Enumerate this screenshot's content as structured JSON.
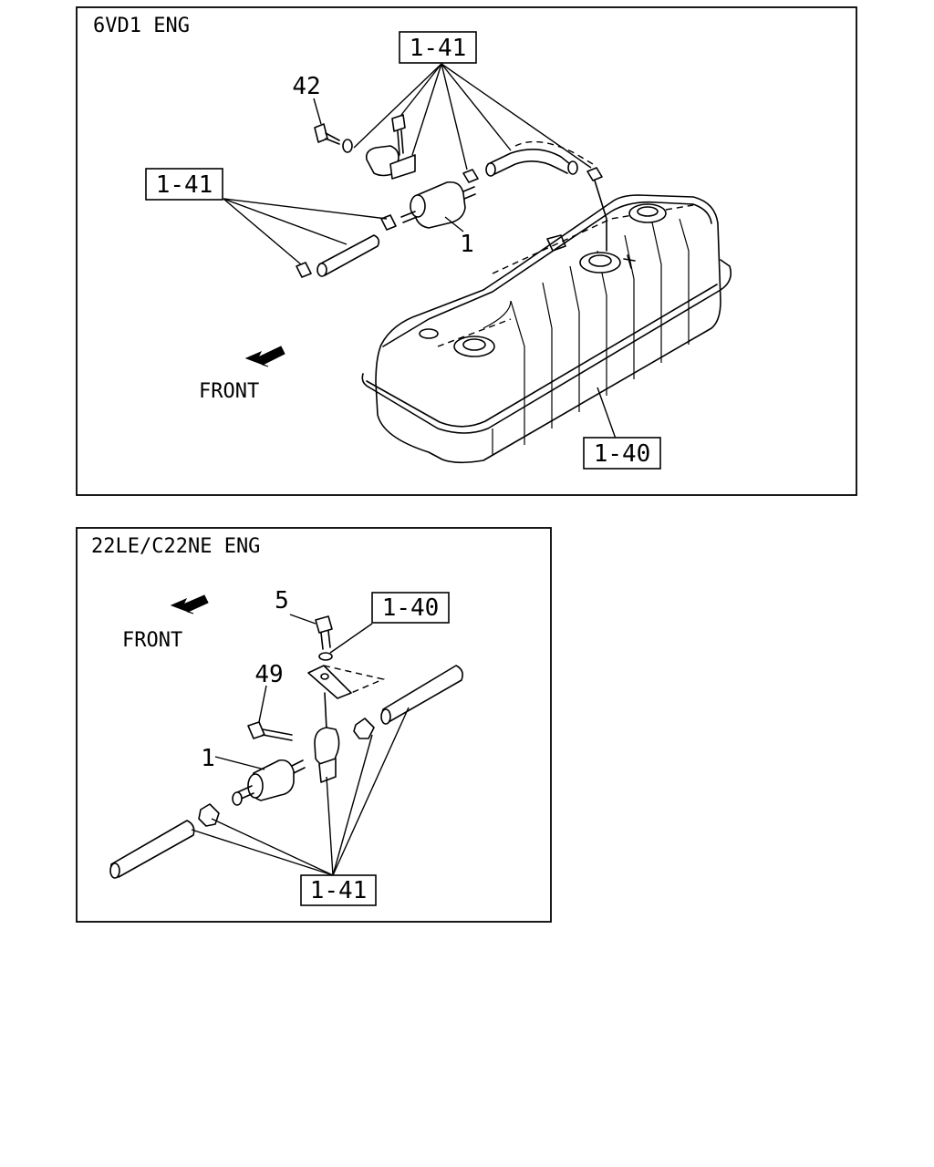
{
  "panels": [
    {
      "title": "6VD1  ENG",
      "front_label": "FRONT",
      "callouts": {
        "pipe_top": "1-41",
        "pipe_left": "1-41",
        "tank": "1-40",
        "bolt": "42",
        "filter": "1"
      }
    },
    {
      "title": "22LE/C22NE  ENG",
      "front_label": "FRONT",
      "callouts": {
        "bolt_top": "5",
        "bracket": "1-40",
        "bolt_side": "49",
        "filter": "1",
        "pipes": "1-41"
      }
    }
  ]
}
